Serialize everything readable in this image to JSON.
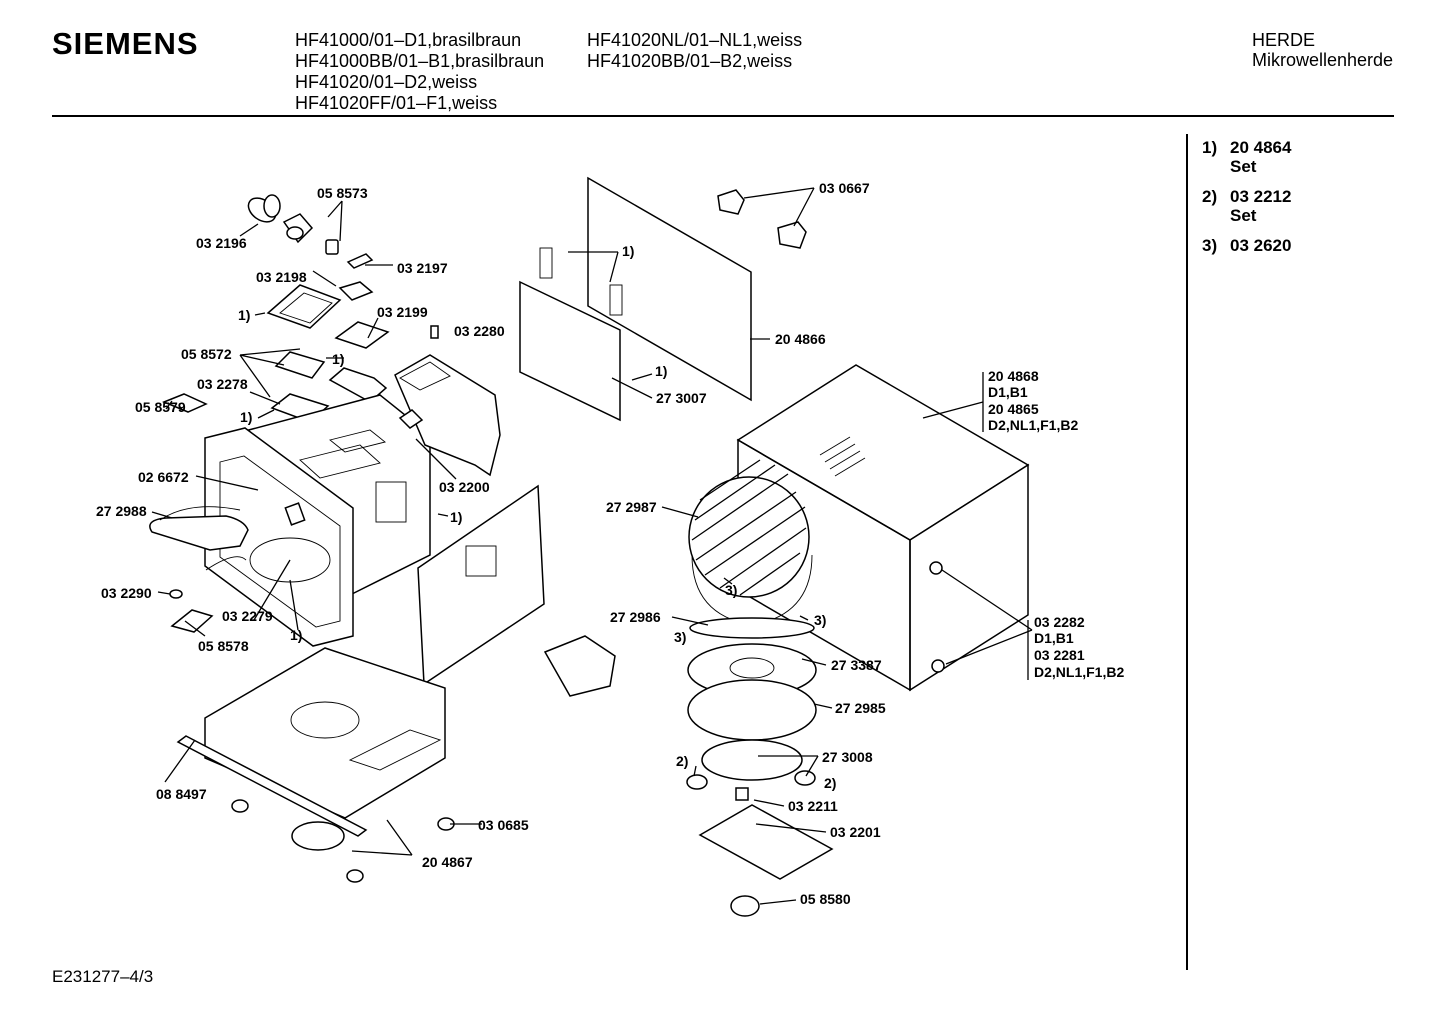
{
  "header": {
    "brand": "SIEMENS",
    "models_left": [
      "HF41000/01–D1,brasilbraun",
      "HF41000BB/01–B1,brasilbraun",
      "HF41020/01–D2,weiss",
      "HF41020FF/01–F1,weiss"
    ],
    "models_right": [
      "HF41020NL/01–NL1,weiss",
      "HF41020BB/01–B2,weiss"
    ],
    "category": "HERDE",
    "subcategory": "Mikrowellenherde"
  },
  "notes": [
    {
      "num": "1)",
      "value": "20 4864",
      "extra": "Set"
    },
    {
      "num": "2)",
      "value": "03 2212",
      "extra": "Set"
    },
    {
      "num": "3)",
      "value": "03 2620",
      "extra": ""
    }
  ],
  "labels": [
    "05 8573",
    "03 2196",
    "03 2197",
    "03 2198",
    "1)",
    "03 2199",
    "03 2280",
    "05 8572",
    "1)",
    "03 2278",
    "1)",
    "05 8579",
    "02 6672",
    "27 2988",
    "1)",
    "03 2200",
    "03 2290",
    "03 2279",
    "05 8578",
    "1)",
    "08 8497",
    "20 4867",
    "03 0685",
    "03 0667",
    "1)",
    "20 4866",
    "1)",
    "27 3007",
    "20 4868",
    "D1,B1",
    "20 4865",
    "D2,NL1,F1,B2",
    "27 2987",
    "3)",
    "27 2986",
    "3)",
    "3)",
    "27 3387",
    "27 2985",
    "27 3008",
    "2)",
    "2)",
    "03 2211",
    "03 2201",
    "05 8580",
    "03 2282",
    "D1,B1",
    "03 2281",
    "D2,NL1,F1,B2"
  ],
  "footer": {
    "doc_number": "E231277–4/3"
  }
}
